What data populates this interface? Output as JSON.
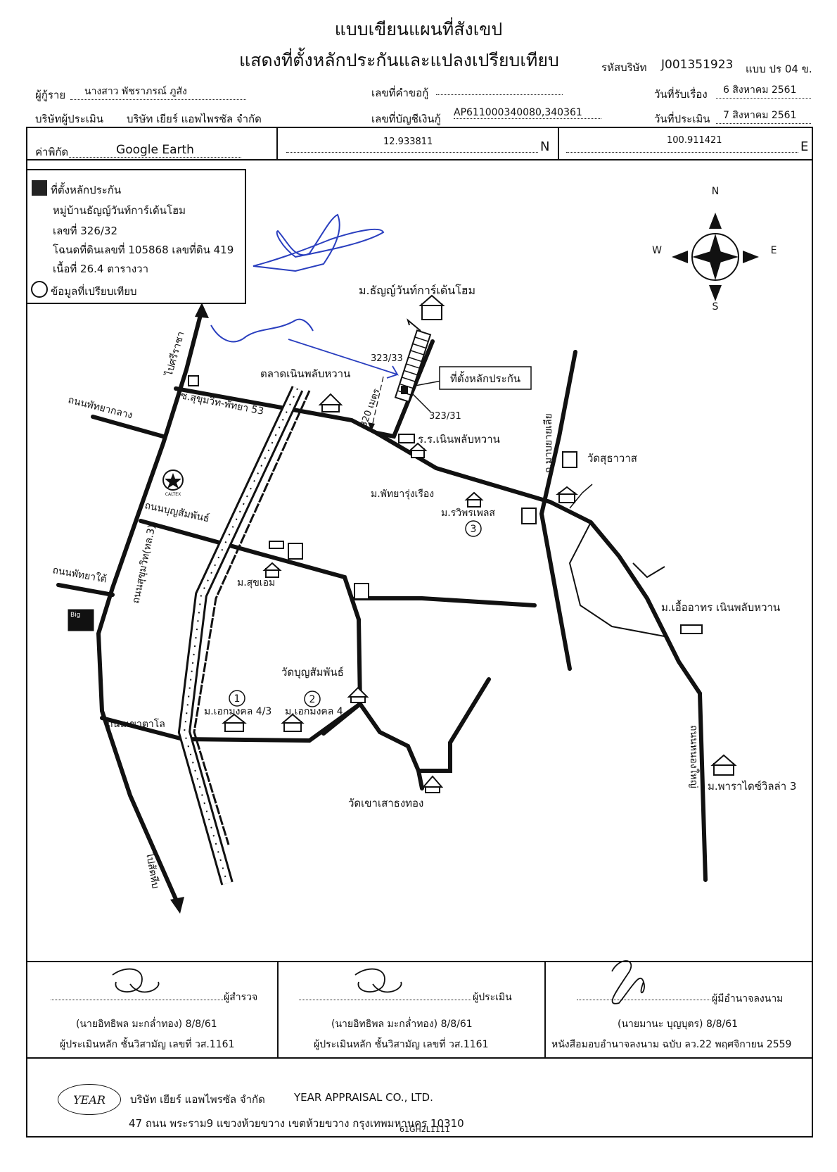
{
  "header": {
    "title_line1": "แบบเขียนแผนที่สังเขป",
    "title_line2": "แสดงที่ตั้งหลักประกันและแปลงเปรียบเทียบ",
    "company_code_label": "รหัสบริษัท",
    "company_code": "J001351923",
    "form_code": "แบบ ปร 04 ข."
  },
  "form": {
    "borrower_label": "ผู้กู้ราย",
    "borrower_value": "นางสาว พัชราภรณ์ ภูสัง",
    "request_no_label": "เลขที่คำขอกู้",
    "received_label": "วันที่รับเรื่อง",
    "received_value": "6 สิงหาคม 2561",
    "appraiser_company_label": "บริษัทผู้ประเมิน",
    "appraiser_company_value": "บริษัท เยียร์ แอพไพรซัล จำกัด",
    "loan_account_label": "เลขที่บัญชีเงินกู้",
    "loan_account_value": "AP611000340080,340361",
    "appraised_label": "วันที่ประเมิน",
    "appraised_value": "7 สิงหาคม 2561",
    "coord_label": "ค่าพิกัด",
    "coord_source": "Google Earth",
    "lat_value": "12.933811",
    "lat_dir": "N",
    "lon_value": "100.911421",
    "lon_dir": "E"
  },
  "legend": {
    "collateral_label": "ที่ตั้งหลักประกัน",
    "village": "หมู่บ้านธัญญ์วันท์การ์เด้นโฮม",
    "number": "เลขที่ 326/32",
    "deed": "โฉนดที่ดินเลขที่ 105868 เลขที่ดิน 419",
    "area": "เนื้อที่ 26.4 ตารางวา",
    "compare_label": "ข้อมูลที่เปรียบเทียบ"
  },
  "compass": {
    "n": "N",
    "s": "S",
    "e": "E",
    "w": "W"
  },
  "map_labels": {
    "village_top": "ม.ธัญญ์วันท์การ์เด้นโฮม",
    "plot_323_33": "323/33",
    "plot_323_31": "323/31",
    "collateral_box": "ที่ตั้งหลักประกัน",
    "distance": "320 เมตร",
    "market": "ตลาดเนินพลับหวาน",
    "soi_sukhumvit": "ซ.สุขุมวิท-พัทยา 53",
    "to_sriracha": "ไปศรีราชา",
    "pattaya_klang": "ถนนพัทยากลาง",
    "school": "ร.ร.เนินพลับหวาน",
    "pattaya_rungrueang": "ม.พัทยารุ่งเรือง",
    "rawiphon": "ม.รวิพรเพลส",
    "num3": "3",
    "wat_sutthawat": "วัดสุธาวาส",
    "mabyailia": "ถ.มาบยายเลีย",
    "caltex": "CALTEX",
    "boonsamphan": "ถนนบุญสัมพันธ์",
    "sukhumvit": "ถนนสุขุมวิท(ทล.3)",
    "pattaya_nua": "ถนนพัทยาใต้",
    "big": "Big",
    "suk_em": "ม.สุขเอม",
    "uea_athorn": "ม.เอื้ออาทร เนินพลับหวาน",
    "wat_boonsamphan": "วัดบุญสัมพันธ์",
    "num1": "1",
    "num2": "2",
    "ekmongkol43": "ม.เอกมงคล 4/3",
    "ekmongkol4": "ม.เอกมงคล 4",
    "khao_talo": "ถนนเขาตาโล",
    "nong_yai_road": "ถนนหนองใหญ่",
    "paradise": "ม.พาราไดซ์วิลล่า 3",
    "wat_khao": "วัดเขาเสาธงทอง",
    "to_sattahip": "ไปสัตหีบ"
  },
  "signatures": {
    "surveyor_role": "ผู้สำรวจ",
    "surveyor_name": "(นายอิทธิพล มะกล่ำทอง)  8/8/61",
    "surveyor_title": "ผู้ประเมินหลัก ชั้นวิสามัญ เลขที่ วส.1161",
    "appraiser_role": "ผู้ประเมิน",
    "appraiser_name": "(นายอิทธิพล มะกล่ำทอง)  8/8/61",
    "appraiser_title": "ผู้ประเมินหลัก ชั้นวิสามัญ เลขที่ วส.1161",
    "authorized_role": "ผู้มีอำนาจลงนาม",
    "authorized_name": "(นายมานะ บุญบุตร)  8/8/61",
    "authorized_title": "หนังสือมอบอำนาจลงนาม ฉบับ ลว.22 พฤศจิกายน 2559"
  },
  "footer": {
    "company_th": "บริษัท เยียร์ แอพไพรซัล จำกัด",
    "company_en": "YEAR APPRAISAL CO., LTD.",
    "address": "47 ถนน พระราม9 แขวงห้วยขวาง เขตห้วยขวาง กรุงเทพมหานคร 10310",
    "ref": "61GH2L1111",
    "logo": "YEAR"
  }
}
